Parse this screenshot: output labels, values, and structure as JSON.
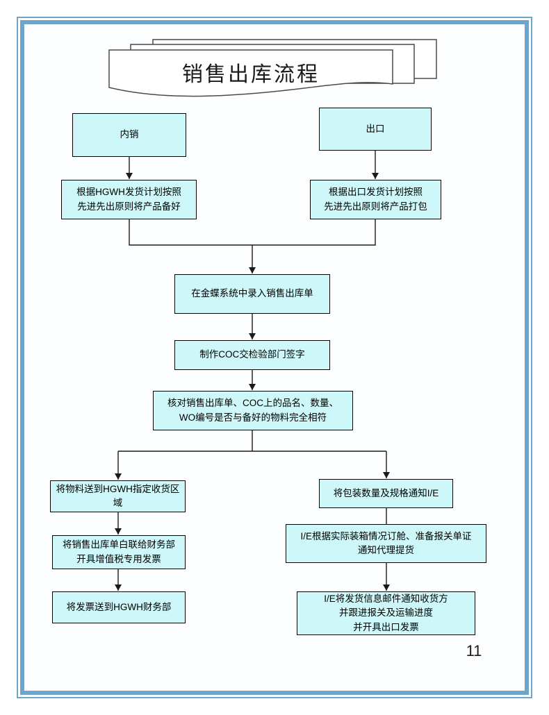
{
  "page": {
    "number": "11"
  },
  "title": {
    "text": "销售出库流程"
  },
  "colors": {
    "frame_color": "#6fa5cb",
    "node_fill": "#cdf7f8",
    "node_border": "#000000",
    "line_color": "#1a1a1a",
    "doc_shape_border": "#4a4a4a"
  },
  "nodes": [
    {
      "id": "domestic",
      "label": "内销"
    },
    {
      "id": "export",
      "label": "出口"
    },
    {
      "id": "domestic-plan",
      "label": "根据HGWH发货计划按照\n先进先出原则将产品备好"
    },
    {
      "id": "export-plan",
      "label": "根据出口发货计划按照\n先进先出原则将产品打包"
    },
    {
      "id": "kingdee-entry",
      "label": "在金蝶系统中录入销售出库单"
    },
    {
      "id": "coc-sign",
      "label": "制作COC交检验部门签字"
    },
    {
      "id": "verify-match",
      "label": "核对销售出库单、COC上的品名、数量、\nWO编号是否与备好的物料完全相符"
    },
    {
      "id": "deliver-area",
      "label": "将物料送到HGWH指定收货区域"
    },
    {
      "id": "white-copy-finance",
      "label": "将销售出库单白联给财务部\n开具增值税专用发票"
    },
    {
      "id": "invoice-to-finance",
      "label": "将发票送到HGWH财务部"
    },
    {
      "id": "notify-ie",
      "label": "将包装数量及规格通知I/E"
    },
    {
      "id": "ie-booking",
      "label": "I/E根据实际装箱情况订舱、准备报关单证\n通知代理提货"
    },
    {
      "id": "ie-shipping-info",
      "label": "I/E将发货信息邮件通知收货方\n并跟进报关及运输进度\n并开具出口发票"
    }
  ]
}
